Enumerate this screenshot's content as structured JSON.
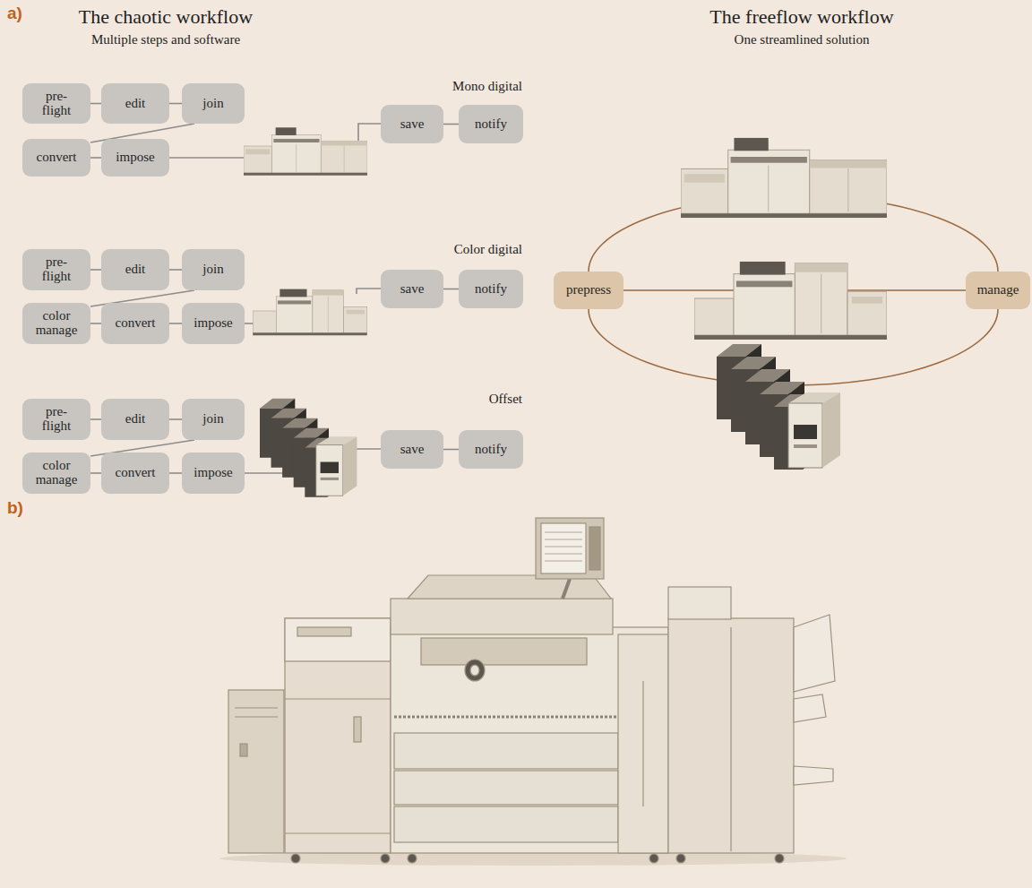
{
  "diagram": {
    "nodes": [
      {
        "text": [
          "pre- flight"
        ]
      },
      {
        "text": [
          "edit"
        ]
      },
      {
        "text": [
          "join"
        ]
      },
      {
        "text": [
          "convert"
        ]
      },
      {
        "text": [
          "impose"
        ]
      },
      {
        "text": [
          "save"
        ]
      },
      {
        "text": [
          "notify"
        ]
      },
      {
        "text": [
          "pre- flight"
        ]
      },
      {
        "text": [
          "edit"
        ]
      },
      {
        "text": [
          "join"
        ]
      },
      {
        "text": [
          "color manage"
        ]
      },
      {
        "text": [
          "convert"
        ]
      },
      {
        "text": [
          "impose"
        ]
      },
      {
        "text": [
          "save"
        ]
      },
      {
        "text": [
          "notify"
        ]
      },
      {
        "text": [
          "pre- flight"
        ]
      },
      {
        "text": [
          "edit"
        ]
      },
      {
        "text": [
          "join"
        ]
      },
      {
        "text": [
          "color manage"
        ]
      },
      {
        "text": [
          "convert"
        ]
      },
      {
        "text": [
          "impose"
        ]
      },
      {
        "text": [
          "save"
        ]
      },
      {
        "text": [
          "notify"
        ]
      },
      {
        "text": [
          "prepress"
        ]
      },
      {
        "text": [
          "manage"
        ]
      }
    ],
    "edges": [
      {
        "from": 0,
        "to": 1,
        "arrow": "none"
      },
      {
        "from": 1,
        "to": 2,
        "arrow": "none"
      },
      {
        "from": 3,
        "to": 2,
        "arrow": "none"
      },
      {
        "from": 3,
        "to": 4,
        "arrow": "none"
      },
      {
        "from": 5,
        "to": 6,
        "arrow": "none"
      },
      {
        "from": 7,
        "to": 8,
        "arrow": "none"
      },
      {
        "from": 8,
        "to": 9,
        "arrow": "none"
      },
      {
        "from": 10,
        "to": 9,
        "arrow": "none"
      },
      {
        "from": 10,
        "to": 11,
        "arrow": "none"
      },
      {
        "from": 11,
        "to": 12,
        "arrow": "none"
      },
      {
        "from": 13,
        "to": 14,
        "arrow": "none"
      },
      {
        "from": 15,
        "to": 16,
        "arrow": "none"
      },
      {
        "from": 16,
        "to": 17,
        "arrow": "none"
      },
      {
        "from": 18,
        "to": 17,
        "arrow": "none"
      },
      {
        "from": 18,
        "to": 19,
        "arrow": "none"
      },
      {
        "from": 19,
        "to": 20,
        "arrow": "none"
      },
      {
        "from": 21,
        "to": 22,
        "arrow": "none"
      },
      {
        "from": 23,
        "to": 24,
        "arrow": "none"
      },
      {
        "from": 23,
        "to": 24,
        "arrow": "none"
      },
      {
        "from": 23,
        "to": 24,
        "arrow": "none"
      }
    ],
    "labels": [
      "a)",
      "The chaotic workflow",
      "Multiple steps and software",
      "The freeflow workflow",
      "One streamlined solution",
      "Mono digital",
      "Color digital",
      "Offset",
      "b)"
    ]
  }
}
